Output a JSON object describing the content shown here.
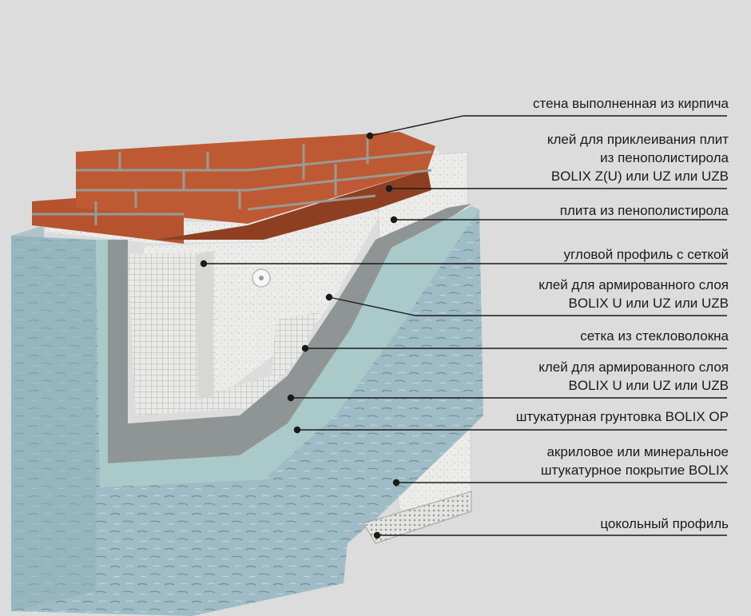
{
  "callouts": [
    {
      "id": "brick-wall",
      "lines": [
        "стена выполненная из кирпича"
      ]
    },
    {
      "id": "eps-adhesive",
      "lines": [
        "клей для приклеивания плит",
        "из пенополистирола",
        "BOLIX Z(U) или UZ или UZB"
      ]
    },
    {
      "id": "eps-board",
      "lines": [
        "плита из пенополистирола"
      ]
    },
    {
      "id": "corner-profile",
      "lines": [
        "угловой профиль с сеткой"
      ]
    },
    {
      "id": "reinforcing-adhesive-1",
      "lines": [
        "клей для армированного слоя",
        "BOLIX U или UZ или UZB"
      ]
    },
    {
      "id": "fiberglass-mesh",
      "lines": [
        "сетка из стекловолокна"
      ]
    },
    {
      "id": "reinforcing-adhesive-2",
      "lines": [
        "клей для армированного слоя",
        "BOLIX U или UZ или UZB"
      ]
    },
    {
      "id": "plaster-primer",
      "lines": [
        "штукатурная грунтовка BOLIX OP"
      ]
    },
    {
      "id": "render-coat",
      "lines": [
        "акриловое или минеральное",
        "штукатурное покрытие BOLIX"
      ]
    },
    {
      "id": "base-profile",
      "lines": [
        "цокольный профиль"
      ]
    }
  ],
  "colors": {
    "background": "#dcdcdc",
    "brick": "#b5532f",
    "mortar": "#9a9a94",
    "eps": "#ececea",
    "render": "#9fbcc6",
    "primer": "#aac9c9",
    "adhesive": "#8f9595",
    "mesh": "#f4f4f4",
    "leader": "#1a1a1a"
  }
}
